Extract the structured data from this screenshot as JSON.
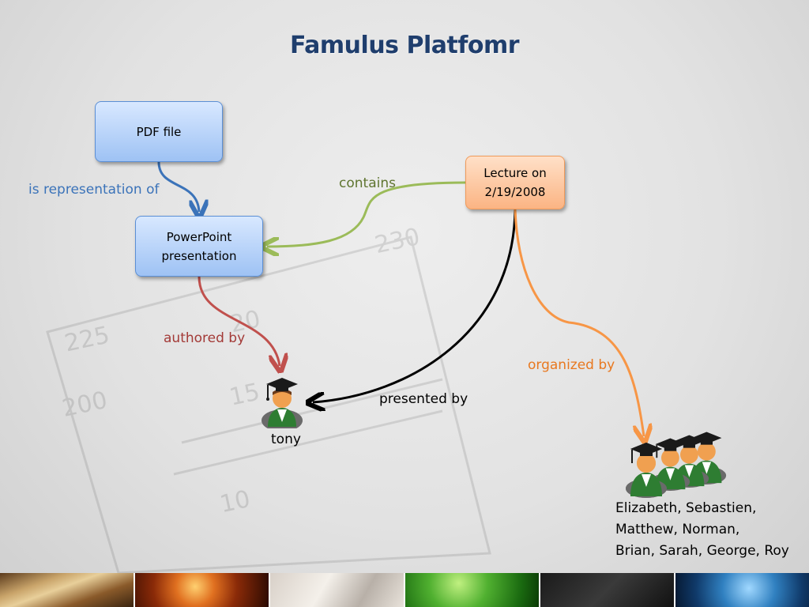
{
  "title": "Famulus Platfomr",
  "nodes": {
    "pdf_file": "PDF file",
    "powerpoint_line1": "PowerPoint",
    "powerpoint_line2": "presentation",
    "lecture_line1": "Lecture on",
    "lecture_line2": "2/19/2008"
  },
  "edges": {
    "is_representation_of": "is representation of",
    "contains": "contains",
    "authored_by": "authored by",
    "presented_by": "presented by",
    "organized_by": "organized by"
  },
  "people": {
    "presenter": "tony",
    "organizers_line1": "Elizabeth, Sebastien,",
    "organizers_line2": "Matthew, Norman,",
    "organizers_line3": "Brian, Sarah, George, Roy"
  },
  "colors": {
    "title": "#1f3e6d",
    "blue_edge": "#3b73b9",
    "green_edge": "#9bbb59",
    "red_edge": "#c0504d",
    "orange_edge": "#f79646",
    "black_edge": "#000000"
  },
  "icons": [
    "graduate-icon",
    "graduate-group-icon"
  ]
}
